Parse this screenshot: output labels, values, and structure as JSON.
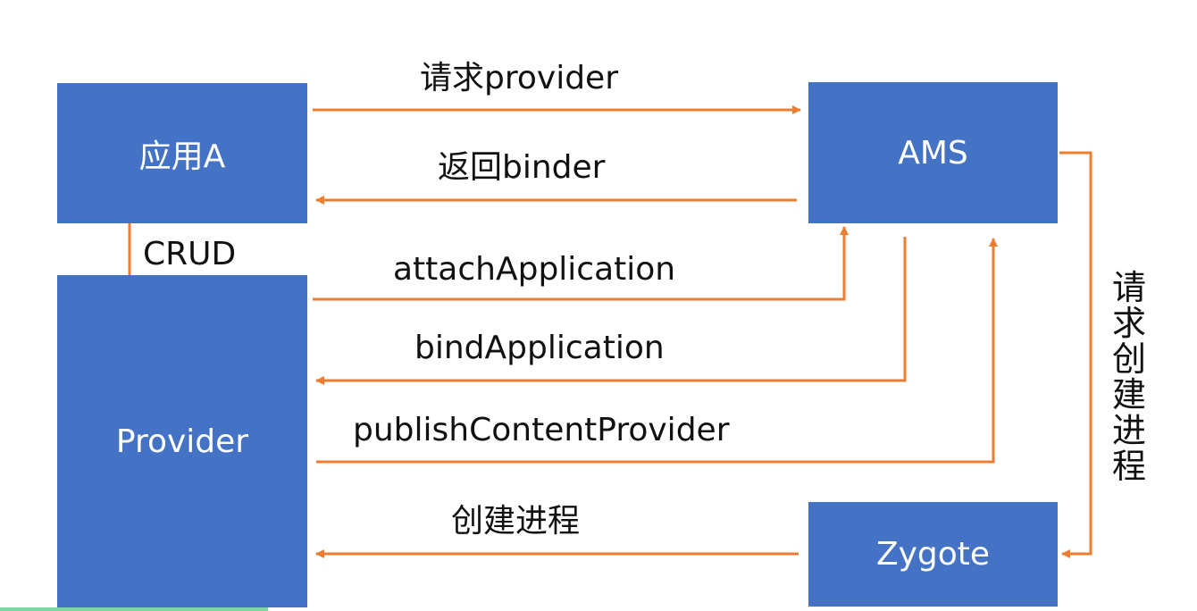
{
  "boxes": {
    "app_a": "应用A",
    "provider": "Provider",
    "ams": "AMS",
    "zygote": "Zygote"
  },
  "arrows": {
    "request_provider": "请求provider",
    "return_binder": "返回binder",
    "crud": "CRUD",
    "attach_application": "attachApplication",
    "bind_application": "bindApplication",
    "publish_content_provider": "publishContentProvider",
    "create_process": "创建进程",
    "request_create_process": "请求创建进程"
  },
  "colors": {
    "box_fill": "#4472C4",
    "arrow": "#ED7D31",
    "label": "#111111"
  }
}
